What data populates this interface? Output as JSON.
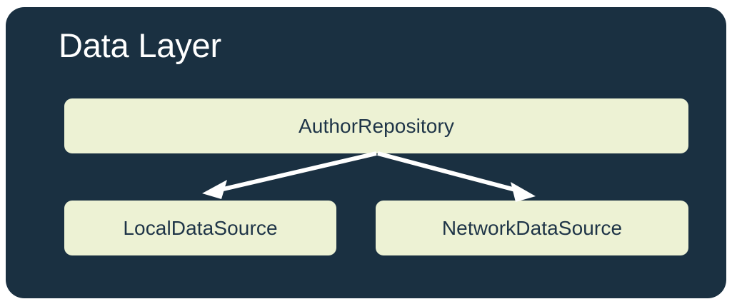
{
  "diagram": {
    "title": "Data Layer",
    "colors": {
      "panel_background": "#1a3041",
      "node_fill": "#edf2d4",
      "node_text": "#1e3447",
      "title_text": "#ffffff",
      "arrow": "#ffffff",
      "page_background": "#ffffff"
    },
    "nodes": [
      {
        "id": "author-repository",
        "label": "AuthorRepository"
      },
      {
        "id": "local-data-source",
        "label": "LocalDataSource"
      },
      {
        "id": "network-data-source",
        "label": "NetworkDataSource"
      }
    ],
    "edges": [
      {
        "from": "author-repository",
        "to": "local-data-source",
        "style": "arrow"
      },
      {
        "from": "author-repository",
        "to": "network-data-source",
        "style": "arrow"
      }
    ]
  }
}
